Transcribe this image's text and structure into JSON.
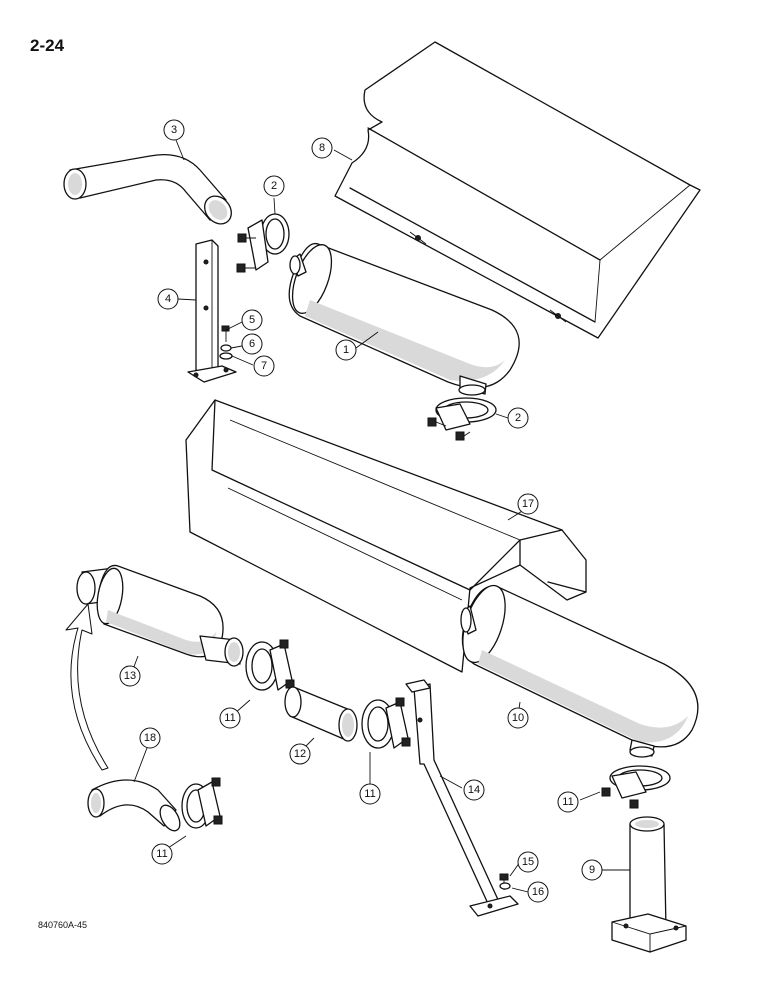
{
  "page": {
    "number": "2-24",
    "figure_id": "840760A-45"
  },
  "callouts": [
    {
      "id": "c1",
      "label": "1"
    },
    {
      "id": "c2a",
      "label": "2"
    },
    {
      "id": "c2b",
      "label": "2"
    },
    {
      "id": "c3",
      "label": "3"
    },
    {
      "id": "c4",
      "label": "4"
    },
    {
      "id": "c5",
      "label": "5"
    },
    {
      "id": "c6",
      "label": "6"
    },
    {
      "id": "c7",
      "label": "7"
    },
    {
      "id": "c8",
      "label": "8"
    },
    {
      "id": "c9",
      "label": "9"
    },
    {
      "id": "c10",
      "label": "10"
    },
    {
      "id": "c11a",
      "label": "11"
    },
    {
      "id": "c11b",
      "label": "11"
    },
    {
      "id": "c11c",
      "label": "11"
    },
    {
      "id": "c11d",
      "label": "11"
    },
    {
      "id": "c12",
      "label": "12"
    },
    {
      "id": "c13",
      "label": "13"
    },
    {
      "id": "c14",
      "label": "14"
    },
    {
      "id": "c15",
      "label": "15"
    },
    {
      "id": "c16",
      "label": "16"
    },
    {
      "id": "c17",
      "label": "17"
    },
    {
      "id": "c18",
      "label": "18"
    }
  ]
}
